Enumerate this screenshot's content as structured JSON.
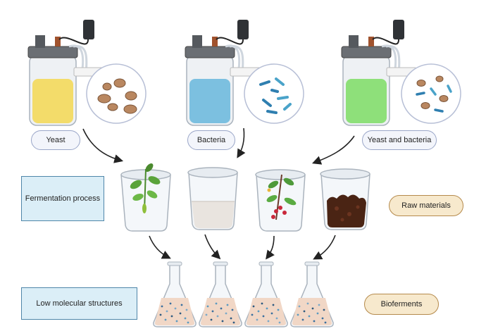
{
  "reactors": [
    {
      "label": "Yeast",
      "liquid_color": "#f3dc6a",
      "content": "yeast"
    },
    {
      "label": "Bacteria",
      "liquid_color": "#7cc0e0",
      "content": "bacteria"
    },
    {
      "label": "Yeast and bacteria",
      "liquid_color": "#8ee07a",
      "content": "mixed"
    }
  ],
  "process_label": "Fermentation process",
  "raw_materials_label": "Raw materials",
  "structures_label": "Low molecular structures",
  "bioferments_label": "Bioferments",
  "beakers": [
    {
      "content": "green-plant"
    },
    {
      "content": "liquid"
    },
    {
      "content": "berry-plant"
    },
    {
      "content": "dark-soil"
    }
  ],
  "colors": {
    "process_box": "#dbeef7",
    "process_border": "#4f86a9",
    "tan_box": "#f7e9cd",
    "tan_border": "#b58a4c",
    "pill_border": "#9aa6c8",
    "flask_liquid": "#f1d7c6"
  }
}
